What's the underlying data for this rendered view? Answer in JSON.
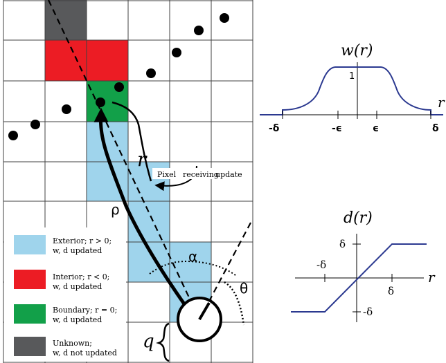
{
  "colors": {
    "exterior": "#9fd4ec",
    "interior": "#ec1c24",
    "boundary": "#12a049",
    "unknown": "#58595b",
    "curve": "#2b3990",
    "ink": "#000000",
    "grid": "#404040"
  },
  "grid_labels": {
    "r": "r",
    "rho": "ρ",
    "alpha": "α",
    "theta": "θ",
    "q": "q",
    "pixel_update": [
      "Pixel",
      "receiving",
      "update"
    ]
  },
  "legend": [
    {
      "key": "exterior",
      "line1": "Exterior; r > 0;",
      "line2": "w, d updated"
    },
    {
      "key": "interior",
      "line1": "Interior; r < 0;",
      "line2": "w, d updated"
    },
    {
      "key": "boundary",
      "line1": "Boundary; r = 0;",
      "line2": "w, d updated"
    },
    {
      "key": "unknown",
      "line1": "Unknown;",
      "line2": "w, d not updated"
    }
  ],
  "weight_plot": {
    "title": "w(r)",
    "peak_label": "1",
    "axis_label": "r",
    "ticks": [
      "-δ",
      "-ϵ",
      "ϵ",
      "δ"
    ]
  },
  "distance_plot": {
    "title": "d(r)",
    "axis_label": "r",
    "y_ticks": [
      "δ",
      "-δ"
    ],
    "x_ticks": [
      "-δ",
      "δ"
    ]
  }
}
